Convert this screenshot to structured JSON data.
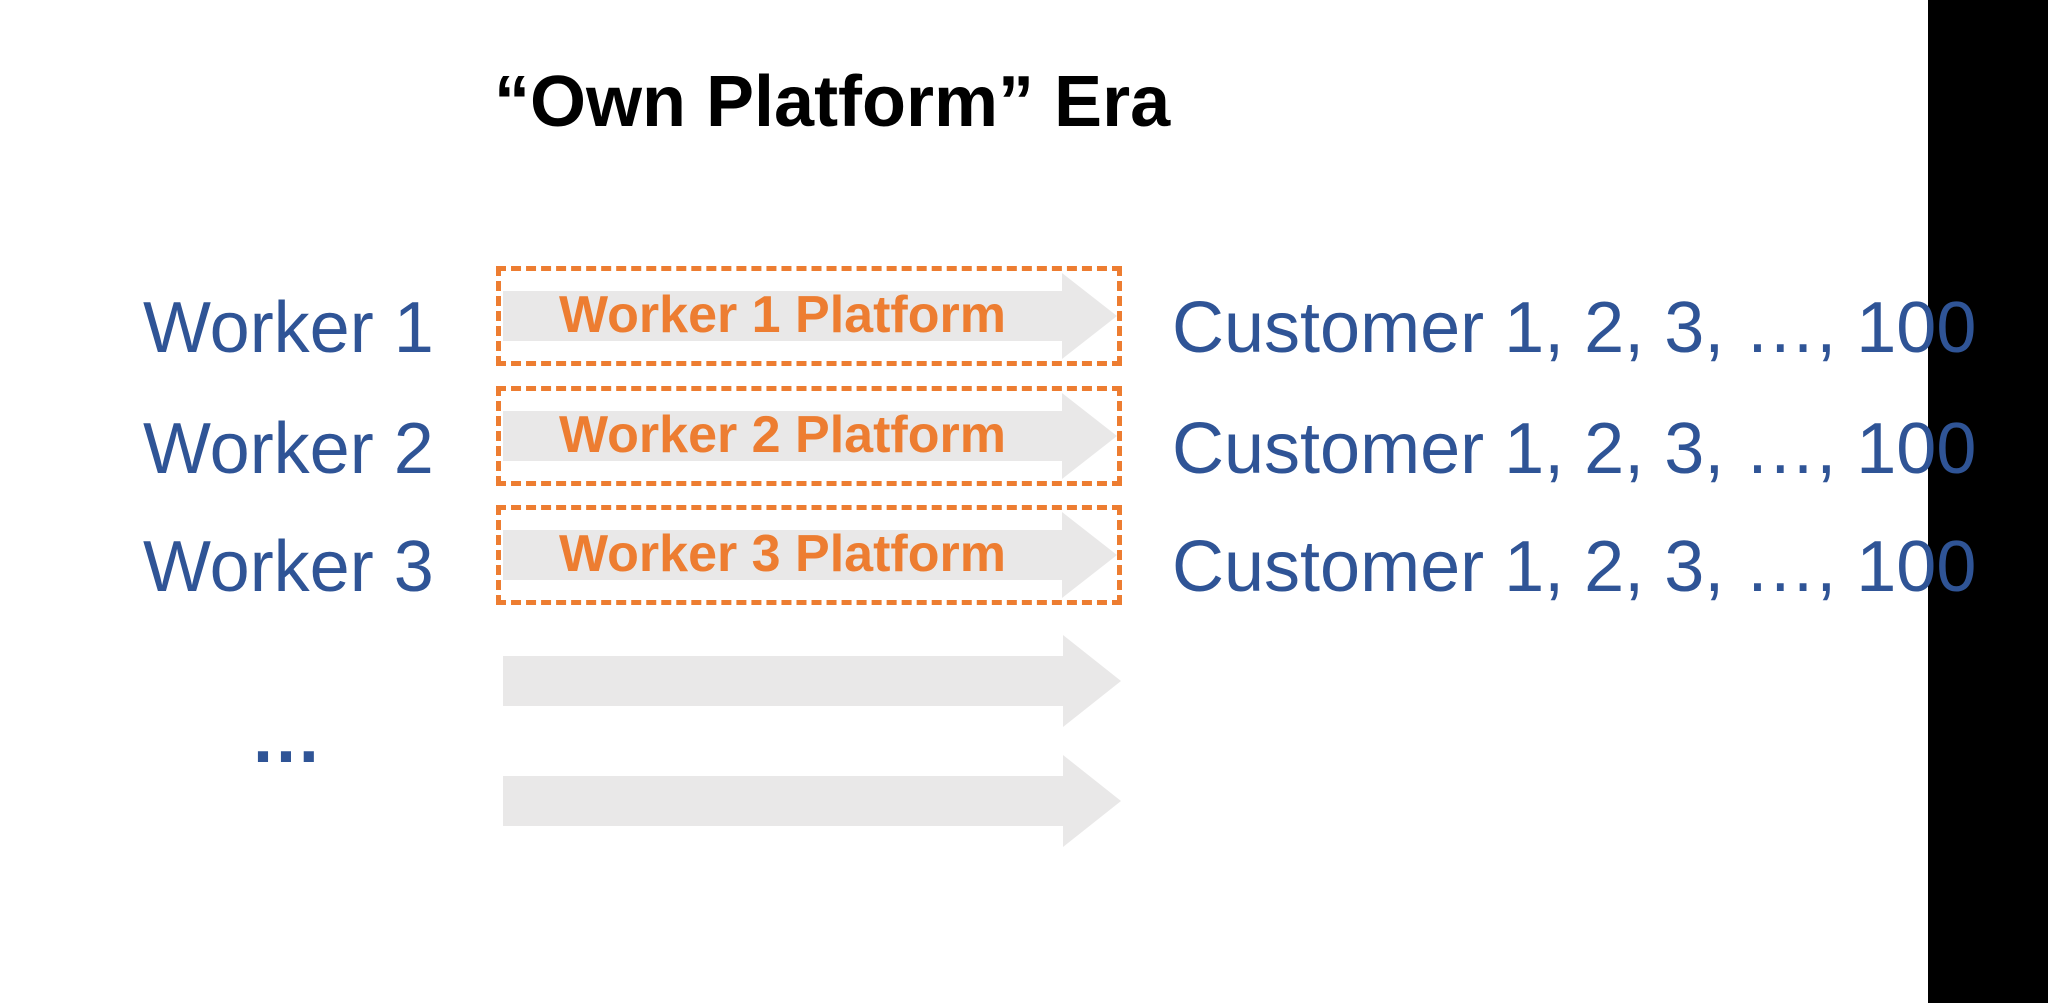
{
  "title": "“Own Platform” Era",
  "rows": [
    {
      "worker": "Worker 1",
      "platform": "Worker 1 Platform",
      "customers": "Customer 1, 2, 3, …, 100"
    },
    {
      "worker": "Worker 2",
      "platform": "Worker 2 Platform",
      "customers": "Customer 1, 2, 3, …, 100"
    },
    {
      "worker": "Worker 3",
      "platform": "Worker 3 Platform",
      "customers": "Customer 1, 2, 3, …, 100"
    }
  ],
  "more_indicator": "…",
  "colors": {
    "text_blue": "#2F5496",
    "platform_orange": "#ED7D31",
    "arrow_gray": "#E9E8E8",
    "bar_black": "#000000",
    "title_black": "#000000"
  }
}
